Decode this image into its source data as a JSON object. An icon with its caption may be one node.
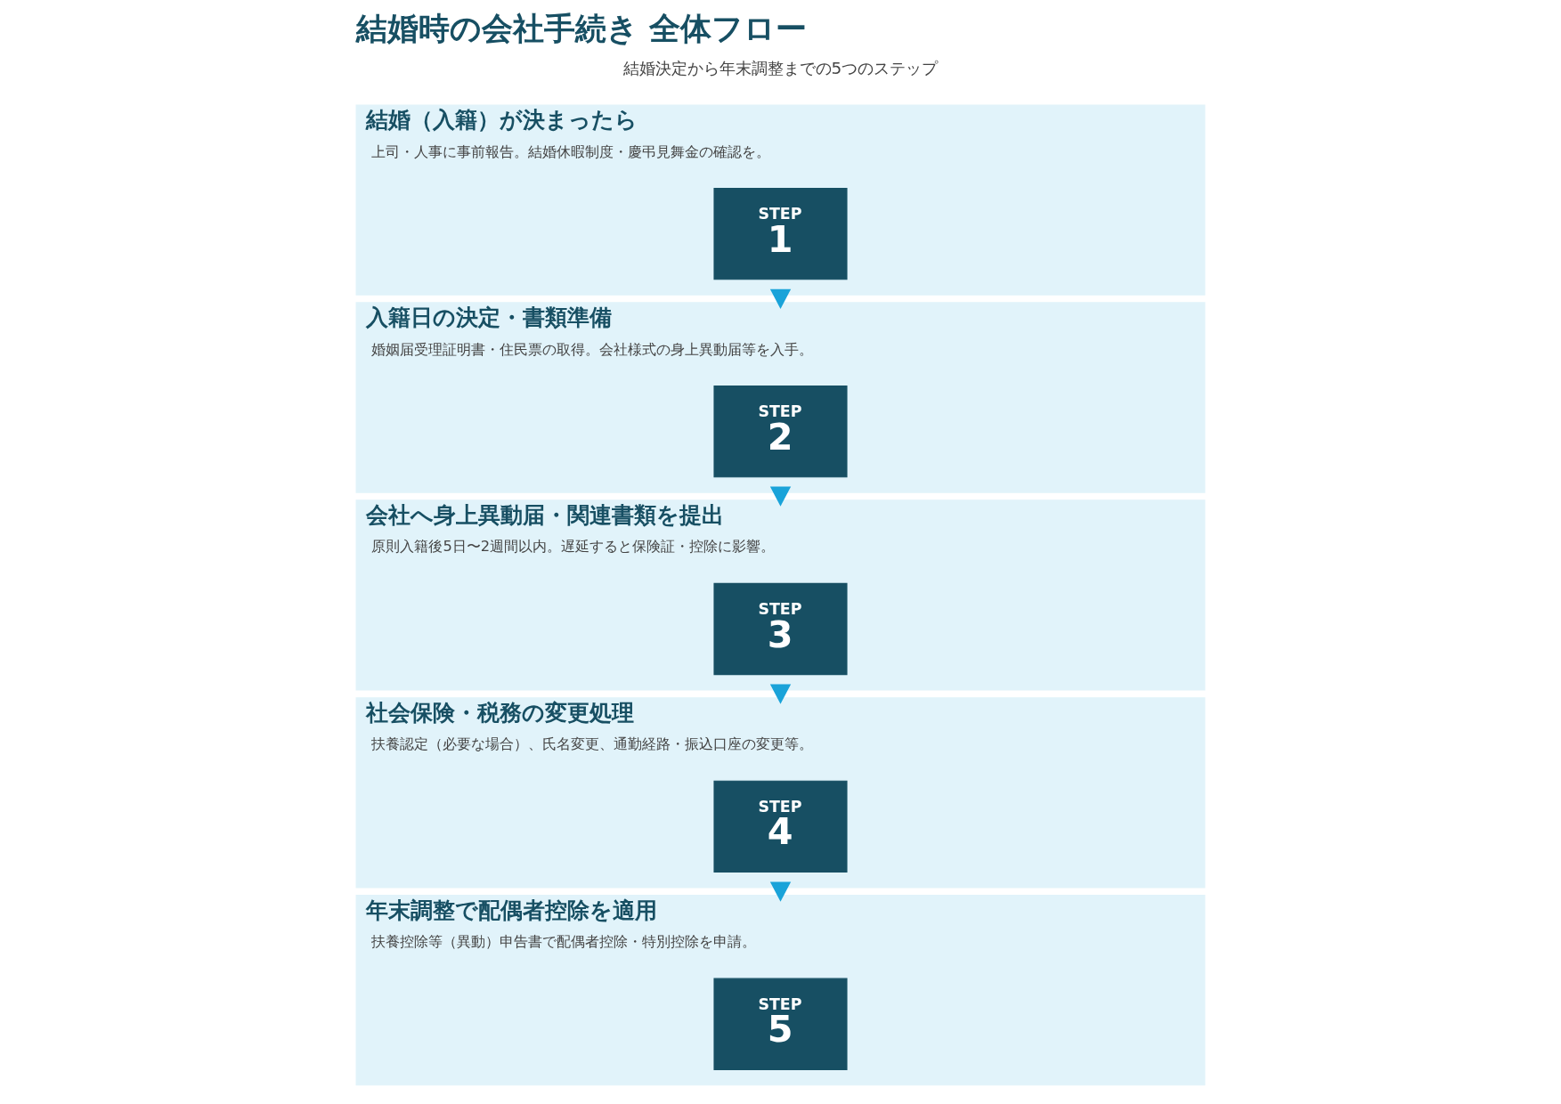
{
  "diagram": {
    "title": "結婚時の会社手続き 全体フロー",
    "nodes": [
      {
        "text": [
          "結婚（入籍）が決まったら",
          "上司・人事に事前報告。結婚休暇制度・慶弔見舞金の確認を。"
        ]
      },
      {
        "text": [
          "STEP",
          "1"
        ],
        "in": 0
      },
      {
        "text": [
          "入籍日の決定・書類準備",
          "婚姻届受理証明書・住民票の取得。会社様式の身上異動届等を入手。"
        ]
      },
      {
        "text": [
          "STEP",
          "2"
        ],
        "in": 2
      },
      {
        "text": [
          "会社へ身上異動届・関連書類を提出",
          "原則入籍後5日〜2週間以内。遅延すると保険証・控除に影響。"
        ]
      },
      {
        "text": [
          "STEP",
          "3"
        ],
        "in": 4
      },
      {
        "text": [
          "社会保険・税務の変更処理",
          "扶養認定（必要な場合）、氏名変更、通勤経路・振込口座の変更等。"
        ]
      },
      {
        "text": [
          "STEP",
          "4"
        ],
        "in": 6
      },
      {
        "text": [
          "年末調整で配偶者控除を適用",
          "扶養控除等（異動）申告書で配偶者控除・特別控除を申請。"
        ]
      },
      {
        "text": [
          "STEP",
          "5"
        ],
        "in": 8
      }
    ],
    "edges": [
      {
        "from": 0,
        "to": 2,
        "arrow": "to"
      },
      {
        "from": 2,
        "to": 4,
        "arrow": "to"
      },
      {
        "from": 4,
        "to": 6,
        "arrow": "to"
      },
      {
        "from": 6,
        "to": 8,
        "arrow": "to"
      }
    ],
    "labels": [
      "結婚決定から年末調整までの5つのステップ"
    ]
  }
}
